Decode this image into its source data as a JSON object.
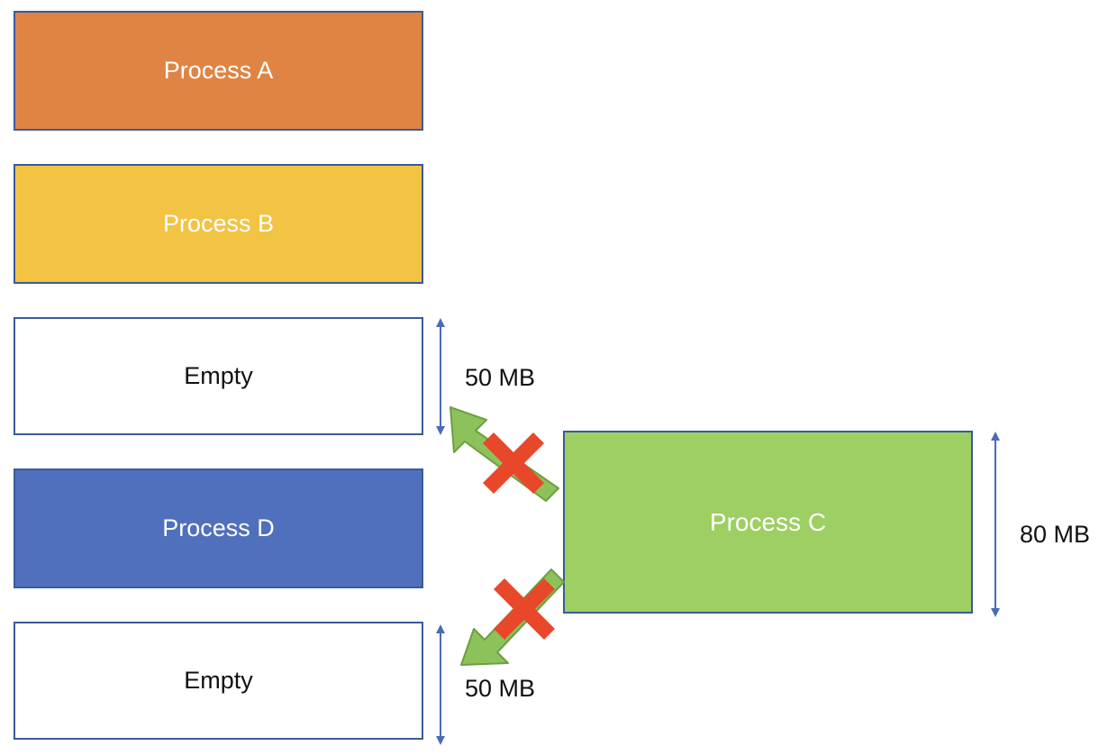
{
  "blocks": {
    "process_a": {
      "label": "Process A",
      "fill": "#E08443",
      "text_color": "#ffffff"
    },
    "process_b": {
      "label": "Process B",
      "fill": "#F3C343",
      "text_color": "#ffffff"
    },
    "empty_1": {
      "label": "Empty",
      "fill": "#ffffff",
      "text_color": "#111111"
    },
    "process_d": {
      "label": "Process D",
      "fill": "#5070BE",
      "text_color": "#ffffff"
    },
    "empty_2": {
      "label": "Empty",
      "fill": "#ffffff",
      "text_color": "#111111"
    },
    "process_c": {
      "label": "Process C",
      "fill": "#9DCF62",
      "text_color": "#ffffff"
    }
  },
  "sizes": {
    "empty_1": "50 MB",
    "empty_2": "50 MB",
    "process_c": "80 MB"
  },
  "colors": {
    "border": "#3A5A9A",
    "dimension_line": "#4A6CB8",
    "arrow_fill": "#8DC25A",
    "arrow_stroke": "#6F9E42",
    "cross": "#E8472A"
  }
}
